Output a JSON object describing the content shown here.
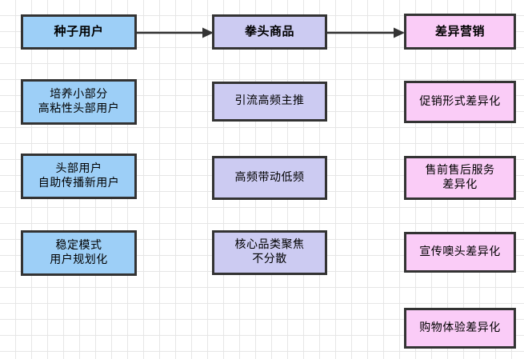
{
  "diagram": {
    "title": "种子用户 → 拳头商品 → 差异营销",
    "colors": {
      "blue_fill": "#9DCFF7",
      "purple_fill": "#CCCBF2",
      "pink_fill": "#FACCF7",
      "border": "#333333",
      "grid_line": "#e6e6e6",
      "background": "#ffffff",
      "arrow": "#333333"
    },
    "columns": [
      {
        "id": "column-seed-users",
        "header": {
          "label": "种子用户",
          "fill": "blue"
        },
        "items": [
          {
            "label": "培养小部分\n高粘性头部用户"
          },
          {
            "label": "头部用户\n自助传播新用户"
          },
          {
            "label": "稳定模式\n用户规划化"
          }
        ]
      },
      {
        "id": "column-flagship-products",
        "header": {
          "label": "拳头商品",
          "fill": "purple"
        },
        "items": [
          {
            "label": "引流高频主推"
          },
          {
            "label": "高频带动低频"
          },
          {
            "label": "核心品类聚焦\n不分散"
          }
        ]
      },
      {
        "id": "column-differentiated-marketing",
        "header": {
          "label": "差异营销",
          "fill": "pink"
        },
        "items": [
          {
            "label": "促销形式差异化"
          },
          {
            "label": "售前售后服务\n差异化"
          },
          {
            "label": "宣传噢头差异化"
          },
          {
            "label": "购物体验差异化"
          }
        ]
      }
    ],
    "connectors": [
      {
        "id": "arrow-seed-to-flagship",
        "from": "种子用户",
        "to": "拳头商品"
      },
      {
        "id": "arrow-flagship-to-marketing",
        "from": "拳头商品",
        "to": "差异营销"
      }
    ]
  }
}
